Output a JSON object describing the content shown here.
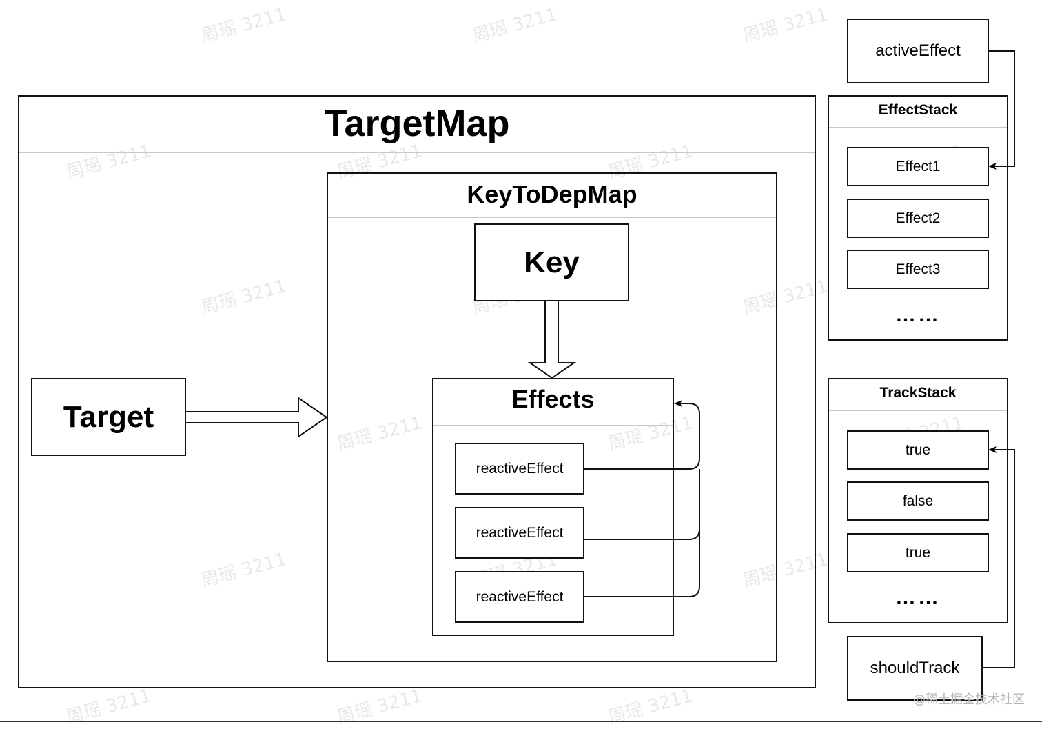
{
  "diagram": {
    "target_map": {
      "title": "TargetMap"
    },
    "target": {
      "label": "Target"
    },
    "key_to_dep_map": {
      "title": "KeyToDepMap"
    },
    "key": {
      "label": "Key"
    },
    "effects": {
      "title": "Effects",
      "items": [
        "reactiveEffect",
        "reactiveEffect",
        "reactiveEffect"
      ]
    },
    "active_effect": {
      "label": "activeEffect"
    },
    "effect_stack": {
      "title": "EffectStack",
      "items": [
        "Effect1",
        "Effect2",
        "Effect3"
      ],
      "more": "……"
    },
    "track_stack": {
      "title": "TrackStack",
      "items": [
        "true",
        "false",
        "true"
      ],
      "more": "……"
    },
    "should_track": {
      "label": "shouldTrack"
    }
  },
  "watermark": {
    "text": "周瑶 3211",
    "credit": "@稀土掘金技术社区"
  }
}
